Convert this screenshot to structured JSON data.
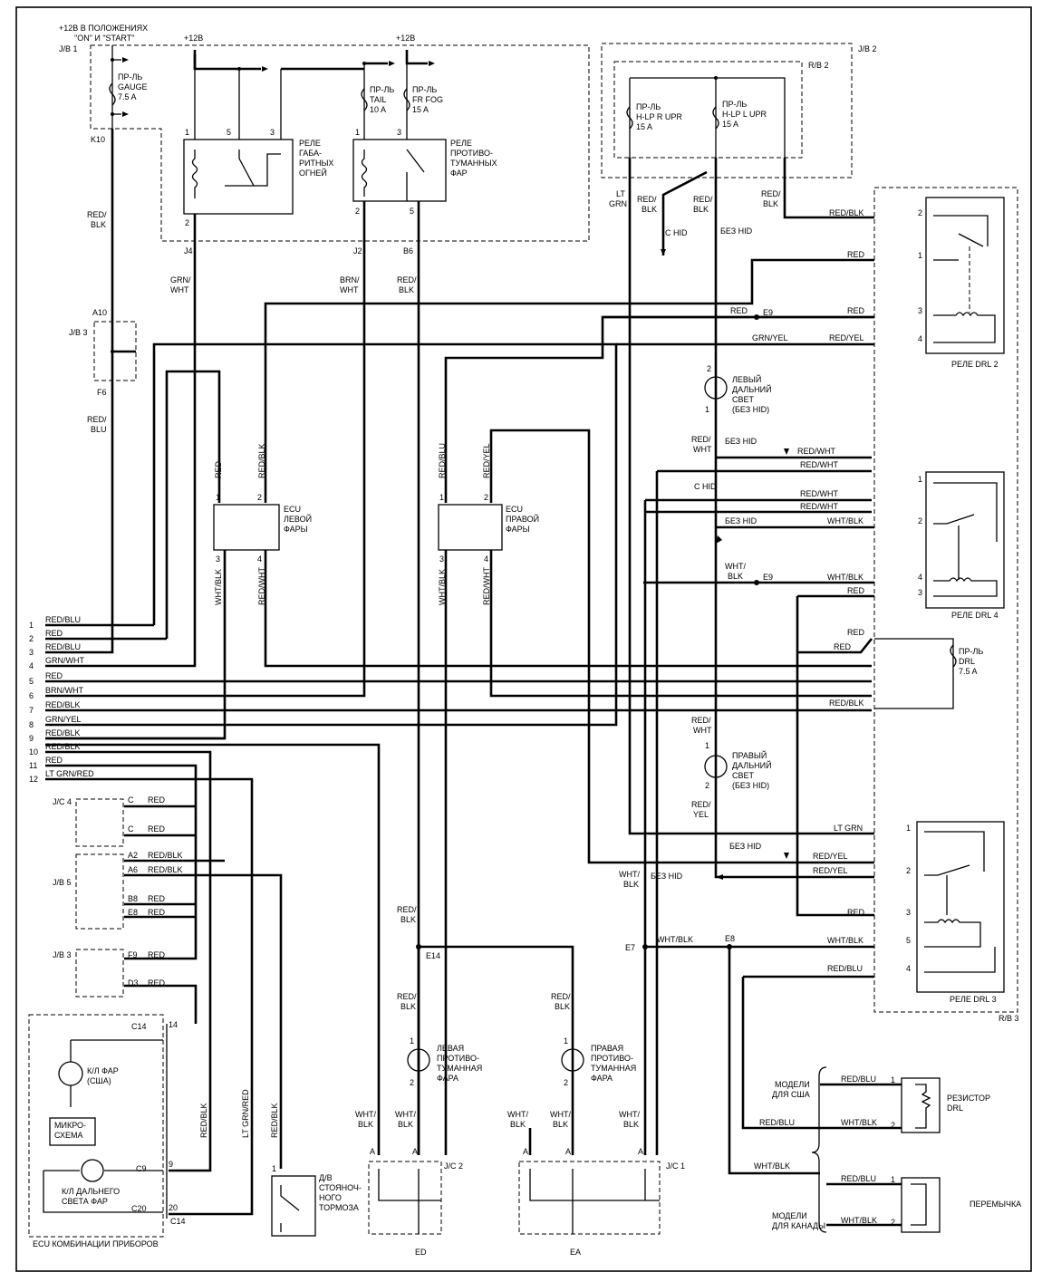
{
  "top_labels": {
    "supply_on_start": "+12В В ПОЛОЖЕНИЯХ",
    "supply_on_start_2": "\"ON\" И \"START\"",
    "plus12_a": "+12В",
    "plus12_b": "+12В",
    "jb1": "J/B 1",
    "jb2": "J/B 2",
    "rb2": "R/B 2",
    "rb3": "R/B 3"
  },
  "fuses": [
    {
      "id": "gauge",
      "l1": "ПР-ЛЬ",
      "l2": "GAUGE",
      "l3": "7.5 A"
    },
    {
      "id": "tail",
      "l1": "ПР-ЛЬ",
      "l2": "TAIL",
      "l3": "10 A"
    },
    {
      "id": "frfog",
      "l1": "ПР-ЛЬ",
      "l2": "FR FOG",
      "l3": "15 A"
    },
    {
      "id": "hlpr",
      "l1": "ПР-ЛЬ",
      "l2": "H-LP R UPR",
      "l3": "15 A"
    },
    {
      "id": "hlpl",
      "l1": "ПР-ЛЬ",
      "l2": "H-LP L UPR",
      "l3": "15 A"
    },
    {
      "id": "drl",
      "l1": "ПР-ЛЬ",
      "l2": "DRL",
      "l3": "7.5 A"
    }
  ],
  "relays": {
    "tail_relay": [
      "РЕЛЕ",
      "ГАБА-",
      "РИТНЫХ",
      "ОГНЕЙ"
    ],
    "fog_relay": [
      "РЕЛЕ",
      "ПРОТИВО-",
      "ТУМАННЫХ",
      "ФАР"
    ],
    "drl2": "РЕЛЕ DRL 2",
    "drl4": "РЕЛЕ DRL 4",
    "drl3": "РЕЛЕ DRL 3"
  },
  "connectors": {
    "k10": "K10",
    "j4": "J4",
    "j2": "J2",
    "b6": "B6",
    "a10": "A10",
    "jb3": "J/B 3",
    "f6": "F6",
    "e9a": "E9",
    "e9b": "E9",
    "e14": "E14",
    "e7": "E7",
    "e8": "E8",
    "jc4": "J/C 4",
    "jb5": "J/B 5",
    "jb3b": "J/B 3",
    "jc2": "J/C 2",
    "jc1": "J/C 1",
    "ed": "ED",
    "ea": "EA",
    "c14a": "C14",
    "c14b": "C14",
    "c9": "C9",
    "c20": "C20",
    "c1": "C",
    "c2": "C",
    "a2": "A2",
    "a6": "A6",
    "b8": "B8",
    "e8b": "E8",
    "f9": "F9",
    "d3": "D3"
  },
  "ecu": {
    "left": [
      "ECU",
      "ЛЕВОЙ",
      "ФАРЫ"
    ],
    "right": [
      "ECU",
      "ПРАВОЙ",
      "ФАРЫ"
    ],
    "cluster": "ECU  КОМБИНАЦИИ ПРИБОРОВ",
    "micro": [
      "МИКРО-",
      "СХЕМА"
    ]
  },
  "lamps": {
    "left_high": [
      "ЛЕВЫЙ",
      "ДАЛЬНИЙ",
      "СВЕТ",
      "(БЕЗ HID)"
    ],
    "right_high": [
      "ПРАВЫЙ",
      "ДАЛЬНИЙ",
      "СВЕТ",
      "(БЕЗ HID)"
    ],
    "left_fog": [
      "ЛЕВАЯ",
      "ПРОТИВО-",
      "ТУМАННАЯ",
      "ФАРА"
    ],
    "right_fog": [
      "ПРАВАЯ",
      "ПРОТИВО-",
      "ТУМАННАЯ",
      "ФАРА"
    ],
    "kl_far": [
      "К/Л ФАР",
      "(США)"
    ],
    "kl_high": [
      "К/Л ДАЛЬНЕГО",
      "СВЕТА ФАР"
    ],
    "parking": [
      "Д/В",
      "СТОЯНОЧ-",
      "НОГО",
      "ТОРМОЗА"
    ]
  },
  "models": {
    "usa": [
      "МОДЕЛИ",
      "ДЛЯ США"
    ],
    "canada": [
      "МОДЕЛИ",
      "ДЛЯ КАНАДЫ"
    ],
    "resistor": [
      "РЕЗИСТОР",
      "DRL"
    ],
    "jumper": "ПЕРЕМЫЧКА"
  },
  "notes": {
    "c_hid_1": "С HID",
    "bez_hid_1": "БЕЗ HID",
    "bez_hid_2": "БЕЗ HID",
    "c_hid_2": "С HID",
    "bez_hid_3": "БЕЗ HID",
    "bez_hid_4": "БЕЗ HID",
    "bez_hid_5": "БЕЗ HID"
  },
  "left_bus": [
    {
      "n": "1",
      "c": "RED/BLU"
    },
    {
      "n": "2",
      "c": "RED"
    },
    {
      "n": "3",
      "c": "RED/BLU"
    },
    {
      "n": "4",
      "c": "GRN/WHT"
    },
    {
      "n": "5",
      "c": "RED"
    },
    {
      "n": "6",
      "c": "BRN/WHT"
    },
    {
      "n": "7",
      "c": "RED/BLK"
    },
    {
      "n": "8",
      "c": "GRN/YEL"
    },
    {
      "n": "9",
      "c": "RED/BLK"
    },
    {
      "n": "10",
      "c": "RED/BLK"
    },
    {
      "n": "11",
      "c": "RED"
    },
    {
      "n": "12",
      "c": "LT GRN/RED"
    }
  ],
  "wire_labels": {
    "w_redblk_1": "RED/",
    "w_redblk_1b": "BLK",
    "w_redblu_1": "RED/",
    "w_redblu_1b": "BLU",
    "w_grnwht": "GRN/",
    "w_grnwhtb": "WHT",
    "w_brnwht": "BRN/",
    "w_brnwhtb": "WHT",
    "w_redblk_2": "RED/",
    "w_redblk_2b": "BLK",
    "w_ltgrn": "LT",
    "w_ltgrnb": "GRN",
    "w_redblk_3": "RED/",
    "w_redblk_3b": "BLK",
    "w_redblk_4": "RED/",
    "w_redblk_4b": "BLK",
    "w_redblk_5": "RED/",
    "w_redblk_5b": "BLK",
    "drl2_1": "RED/BLK",
    "drl2_2": "RED",
    "drl2_3": "RED",
    "drl2_4": "RED/YEL",
    "e9_red": "RED",
    "grn_yel": "GRN/YEL",
    "v_red": "RED",
    "v_redblk": "RED/BLK",
    "v_redblu": "RED/BLU",
    "v_redyel": "RED/YEL",
    "v_whtblk_l": "WHT/BLK",
    "v_redwht_l": "RED/WHT",
    "v_whtblk_r": "WHT/BLK",
    "v_redwht_r": "RED/WHT",
    "redwht_a": "RED/",
    "redwht_ab": "WHT",
    "h1": "RED/WHT",
    "h2": "RED/WHT",
    "h3": "RED/WHT",
    "h4": "RED/WHT",
    "whtblk_drl4_2": "WHT/BLK",
    "whtblk_e9": "WHT/",
    "whtblk_e9b": "BLK",
    "whtblk_drl4_4": "WHT/BLK",
    "red_drl4_3": "RED",
    "red_drl_f1": "RED",
    "red_drl_f2": "RED",
    "redblk_drl": "RED/BLK",
    "redwht_b": "RED/",
    "redwht_bb": "WHT",
    "redyel_b": "RED/",
    "redyel_bb": "YEL",
    "ltgrn_drl3": "LT GRN",
    "redyel_1": "RED/YEL",
    "redyel_2": "RED/YEL",
    "red_drl3_3": "RED",
    "whtblk_drl3_5": "WHT/BLK",
    "redblu_drl3_4": "RED/BLU",
    "whtblk_v1": "WHT/",
    "whtblk_v1b": "BLK",
    "whtblk_e7": "WHT/BLK",
    "redblk_e14a": "RED/",
    "redblk_e14ab": "BLK",
    "redblk_e14b": "RED/",
    "redblk_e14bb": "BLK",
    "redblk_rf": "RED/",
    "redblk_rfb": "BLK",
    "whtblk_g1": "WHT/",
    "whtblk_g1b": "BLK",
    "whtblk_g2": "WHT/",
    "whtblk_g2b": "BLK",
    "whtblk_g3": "WHT/",
    "whtblk_g3b": "BLK",
    "whtblk_g4": "WHT/",
    "whtblk_g4b": "BLK",
    "whtblk_g5": "WHT/",
    "whtblk_g5b": "BLK",
    "red_c1": "RED",
    "red_c2": "RED",
    "redblk_a2": "RED/BLK",
    "redblk_a6": "RED/BLK",
    "red_b8": "RED",
    "red_e8": "RED",
    "red_f9": "RED",
    "red_d3": "RED",
    "redblk_vc": "RED/BLK",
    "ltgrnred_vc": "LT GRN/RED",
    "redblk_vp": "RED/BLK",
    "redblu_us1": "RED/BLU",
    "whtblk_us2": "WHT/BLK",
    "redblu_us_l": "RED/BLU",
    "whtblk_ca_l": "WHT/BLK",
    "redblu_ca1": "RED/BLU",
    "whtblk_ca2": "WHT/BLK"
  },
  "pins": {
    "p1": "1",
    "p5": "5",
    "p3": "3",
    "p2": "2",
    "p1b": "1",
    "p3b": "3",
    "p2b": "2",
    "p5b": "5",
    "ecu_l1": "1",
    "ecu_l2": "2",
    "ecu_l3": "3",
    "ecu_l4": "4",
    "ecu_r1": "1",
    "ecu_r2": "2",
    "ecu_r3": "3",
    "ecu_r4": "4",
    "d2_2": "2",
    "d2_1": "1",
    "d2_3": "3",
    "d2_4": "4",
    "d4_1": "1",
    "d4_2": "2",
    "d4_4": "4",
    "d4_3": "3",
    "d3_1": "1",
    "d3_2": "2",
    "d3_3": "3",
    "d3_5": "5",
    "d3_4": "4",
    "lh2": "2",
    "lh1": "1",
    "rh1": "1",
    "rh2": "2",
    "lf1": "1",
    "lf2": "2",
    "rf1": "1",
    "rf2": "2",
    "c14p": "14",
    "c9p": "9",
    "c20p": "20",
    "pk1": "1",
    "us1": "1",
    "us2": "2",
    "ca1": "1",
    "ca2": "2",
    "jc2a1": "A",
    "jc2a2": "A",
    "jc1a1": "A",
    "jc1a2": "A",
    "jc1a3": "A"
  }
}
